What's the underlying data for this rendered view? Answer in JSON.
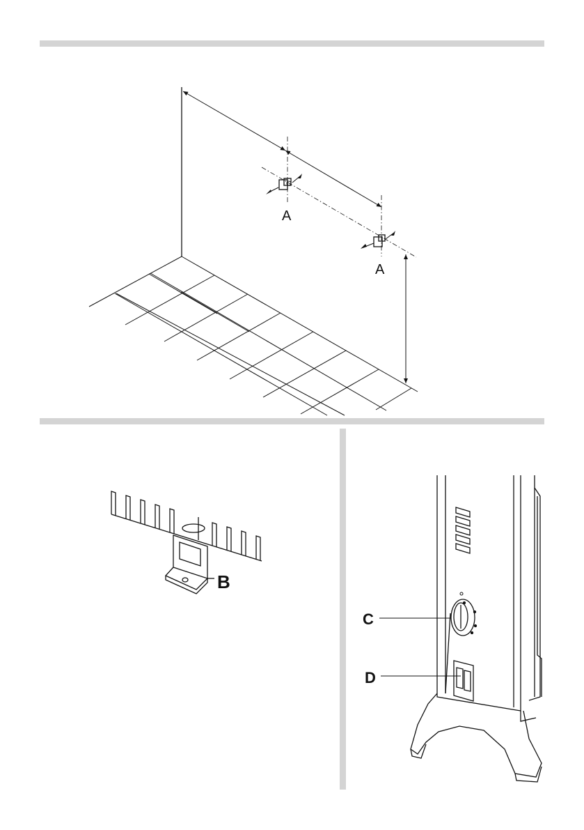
{
  "figure1": {
    "label_a_left": "A",
    "label_a_right": "A"
  },
  "figure2": {
    "label_b": "B"
  },
  "figure3": {
    "label_c": "C",
    "label_d": "D"
  },
  "colors": {
    "divider": "#d4d4d4",
    "ink": "#111111"
  }
}
